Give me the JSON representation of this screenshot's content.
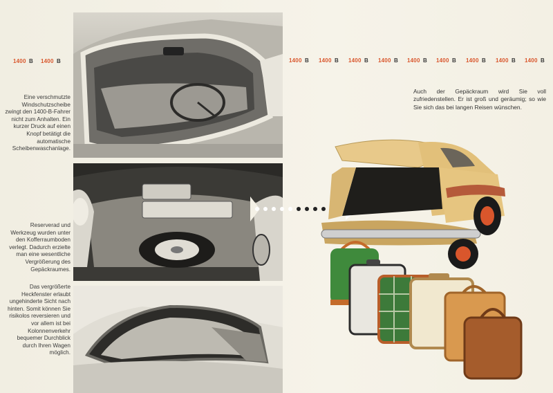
{
  "model_labels": {
    "number": "1400",
    "letter": "B"
  },
  "captions": {
    "windshield": "Eine verschmutzte Windschutzscheibe zwingt den 1400-B-Fahrer nicht zum Anhalten. Ein kurzer Druck auf einen Knopf betätigt die automatische Scheibenwaschanlage.",
    "spare": "Reserverad und Werkzeug wurden unter den Kofferraumboden verlegt. Dadurch erzielte man eine wesentliche Vergrößerung des Gepäckraumes.",
    "rear_window": "Das vergrößerte Heckfenster erlaubt ungehinderte Sicht nach hinten. Somit können Sie risikolos reversieren und vor allem ist bei Kolonnenverkehr bequemer Durchblick durch Ihren Wagen möglich.",
    "trunk": "Auch der Gepäckraum wird Sie voll zufriedenstellen. Er ist groß und geräumig; so wie Sie sich das bei langen Reisen wünschen."
  },
  "colors": {
    "accent": "#d9562c",
    "car": "#e2c07a",
    "paper": "#f4f1e6"
  }
}
